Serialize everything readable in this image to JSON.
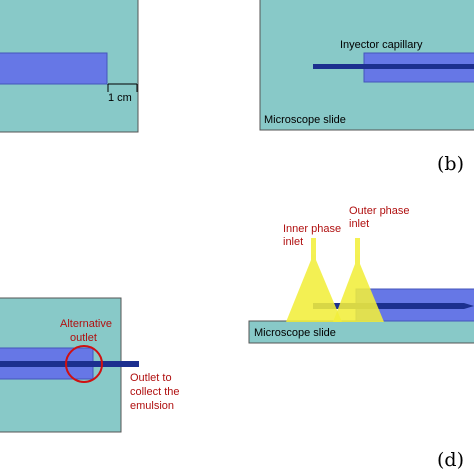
{
  "colors": {
    "slide": "#88c9c8",
    "capillary": "#6677e6",
    "needle": "#1c2f8f",
    "inlet": "#f2ef3c",
    "red_label": "#b01010"
  },
  "panel_a": {
    "scale_label": "1 cm"
  },
  "panel_b": {
    "capillary_label": "Inyector capillary",
    "slide_label": "Microscope slide",
    "panel_letter": "(b)"
  },
  "panel_c": {
    "alt_outlet_line1": "Alternative",
    "alt_outlet_line2": "outlet",
    "outlet_line1": "Outlet to",
    "outlet_line2": "collect the",
    "outlet_line3": "emulsion"
  },
  "panel_d": {
    "inner_line1": "Inner phase",
    "inner_line2": "inlet",
    "outer_line1": "Outer phase",
    "outer_line2": "inlet",
    "slide_label": "Microscope slide",
    "panel_letter": "(d)"
  }
}
